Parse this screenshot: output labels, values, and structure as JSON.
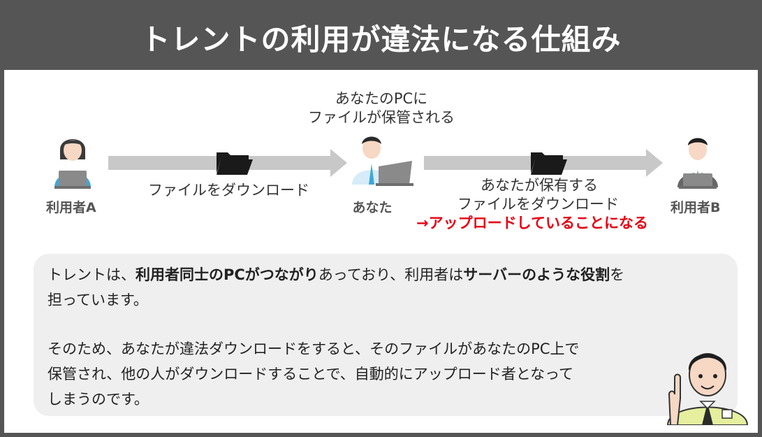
{
  "title": "トレントの利用が違法になる仕組み",
  "left_user": {
    "name": "利用者A"
  },
  "center_user": {
    "name": "あなた",
    "caption_line1": "あなたのPCに",
    "caption_line2": "ファイルが保管される"
  },
  "right_user": {
    "name": "利用者B"
  },
  "left_arrow": {
    "label": "ファイルをダウンロード"
  },
  "right_arrow": {
    "label_line1": "あなたが保有する",
    "label_line2": "ファイルをダウンロード",
    "highlight": "→アップロードしていることになる"
  },
  "explanation": {
    "p1_a": "トレントは、",
    "p1_b": "利用者同士のPCがつながり",
    "p1_c": "あっており、利用者は",
    "p1_d": "サーバーのような役割",
    "p1_e": "を",
    "p1_line2": "担っています。",
    "p2_line1": "そのため、あなたが違法ダウンロードをすると、そのファイルがあなたのPC上で",
    "p2_line2": "保管され、他の人がダウンロードすることで、自動的にアップロード者となって",
    "p2_line3": "しまうのです。"
  },
  "colors": {
    "header_bg": "#555555",
    "arrow": "#c8c8c8",
    "highlight": "#e60012",
    "box_bg": "#efefef"
  },
  "icons": [
    "folder-icon",
    "person-laptop-icon",
    "pointing-man-icon"
  ]
}
